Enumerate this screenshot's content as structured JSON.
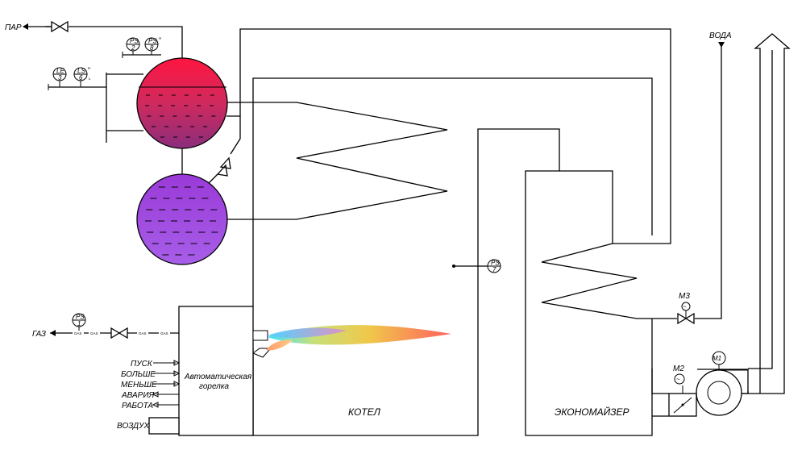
{
  "labels": {
    "steam": "ПАР",
    "water": "ВОДА",
    "gas": "ГАЗ",
    "air": "ВОЗДУХ",
    "boiler": "КОТЕЛ",
    "economizer": "ЭКОНОМАЙЗЕР",
    "burner_line1": "Автоматическая",
    "burner_line2": "горелка",
    "gas_short": "GAS"
  },
  "burner_signals": [
    "ПУСК",
    "БОЛЬШЕ",
    "МЕНЬШЕ",
    "АВАРИЯ",
    "РАБОТА"
  ],
  "instruments": [
    {
      "id": "ps2",
      "top": "PS",
      "num": "2"
    },
    {
      "id": "ps8",
      "top": "PS",
      "num": "8",
      "mark": "H"
    },
    {
      "id": "le3",
      "top": "LE",
      "num": "3"
    },
    {
      "id": "ls6",
      "top": "LS",
      "num": "6",
      "mark": "H",
      "mark2": "L"
    },
    {
      "id": "ps1",
      "top": "PS",
      "num": "1"
    },
    {
      "id": "ps7",
      "top": "PS",
      "num": "7"
    }
  ],
  "motors": {
    "m1": "M1",
    "m2": "M2",
    "m3": "M3"
  },
  "colors": {
    "upper_drum_top": "#ff1a3c",
    "upper_drum_bottom": "#8a2a7a",
    "lower_drum": "#9b4fe0",
    "flame_start": "#4fd8ff",
    "flame_end": "#ff6a4a"
  }
}
